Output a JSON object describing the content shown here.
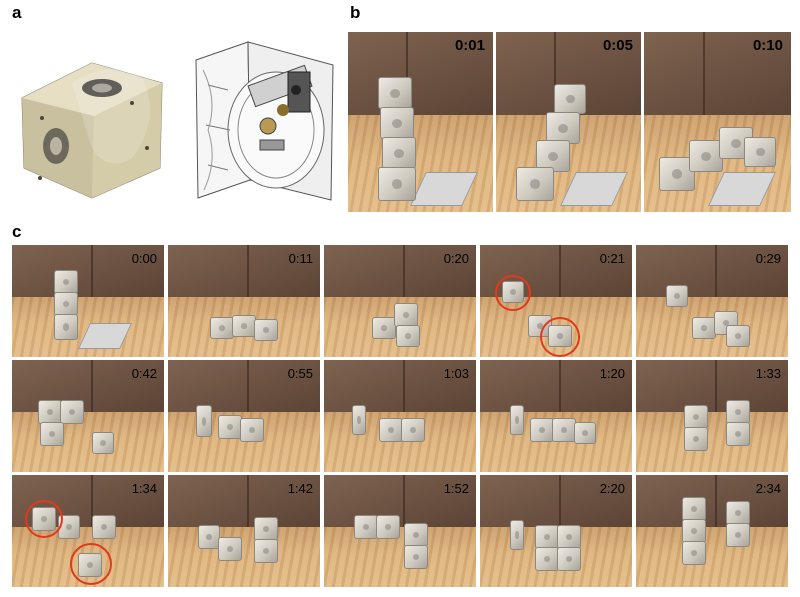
{
  "panels": {
    "a": {
      "letter": "a"
    },
    "b": {
      "letter": "b",
      "frames": [
        {
          "time": "0:01"
        },
        {
          "time": "0:05"
        },
        {
          "time": "0:10"
        }
      ]
    },
    "c": {
      "letter": "c",
      "rows": [
        [
          {
            "time": "0:00"
          },
          {
            "time": "0:11"
          },
          {
            "time": "0:20"
          },
          {
            "time": "0:21"
          },
          {
            "time": "0:29"
          }
        ],
        [
          {
            "time": "0:42"
          },
          {
            "time": "0:55"
          },
          {
            "time": "1:03"
          },
          {
            "time": "1:20"
          },
          {
            "time": "1:33"
          }
        ],
        [
          {
            "time": "1:34"
          },
          {
            "time": "1:42"
          },
          {
            "time": "1:52"
          },
          {
            "time": "2:20"
          },
          {
            "time": "2:34"
          }
        ]
      ]
    }
  },
  "colors": {
    "highlight_circle": "#e2391c",
    "wall": "#6e5544",
    "floor": "#dcb27c",
    "module": "#e4e0d8"
  }
}
